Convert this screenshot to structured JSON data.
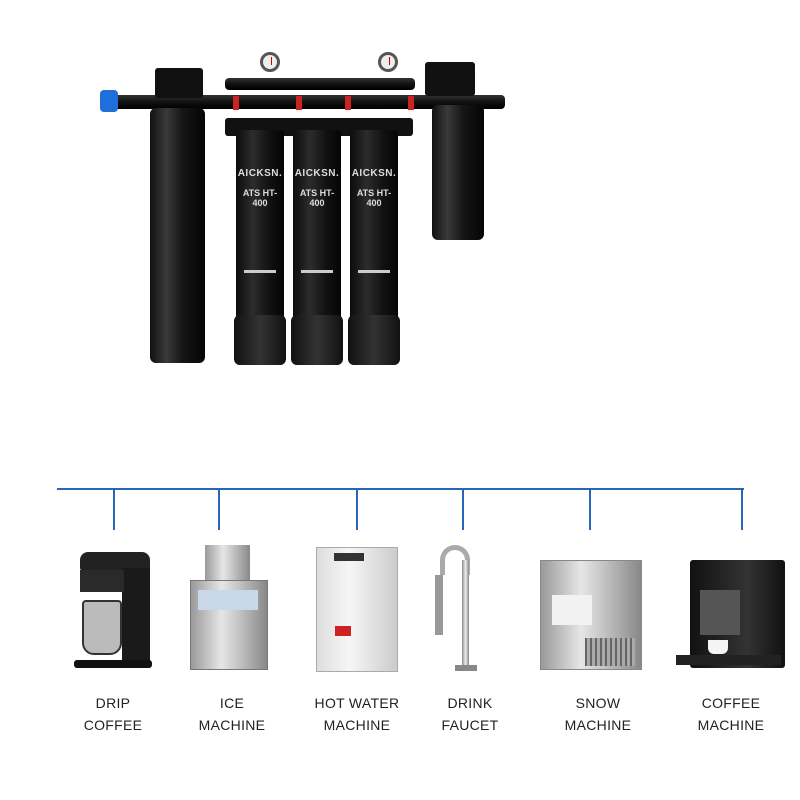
{
  "product": {
    "cartridge_brand": "AICKSN.",
    "cartridge_model": "ATS HT-400",
    "cartridge_count": 3
  },
  "colors": {
    "connector_line": "#2a66b8",
    "valve_accent": "#1e6fd9"
  },
  "appliances": [
    {
      "line1": "DRIP",
      "line2": "COFFEE",
      "icon": "drip-coffee-maker"
    },
    {
      "line1": "ICE",
      "line2": "MACHINE",
      "icon": "ice-machine"
    },
    {
      "line1": "HOT WATER",
      "line2": "MACHINE",
      "icon": "hot-water-dispenser"
    },
    {
      "line1": "DRINK",
      "line2": "FAUCET",
      "icon": "faucet"
    },
    {
      "line1": "SNOW",
      "line2": "MACHINE",
      "icon": "snow-machine"
    },
    {
      "line1": "COFFEE",
      "line2": "MACHINE",
      "icon": "espresso-machine"
    }
  ]
}
